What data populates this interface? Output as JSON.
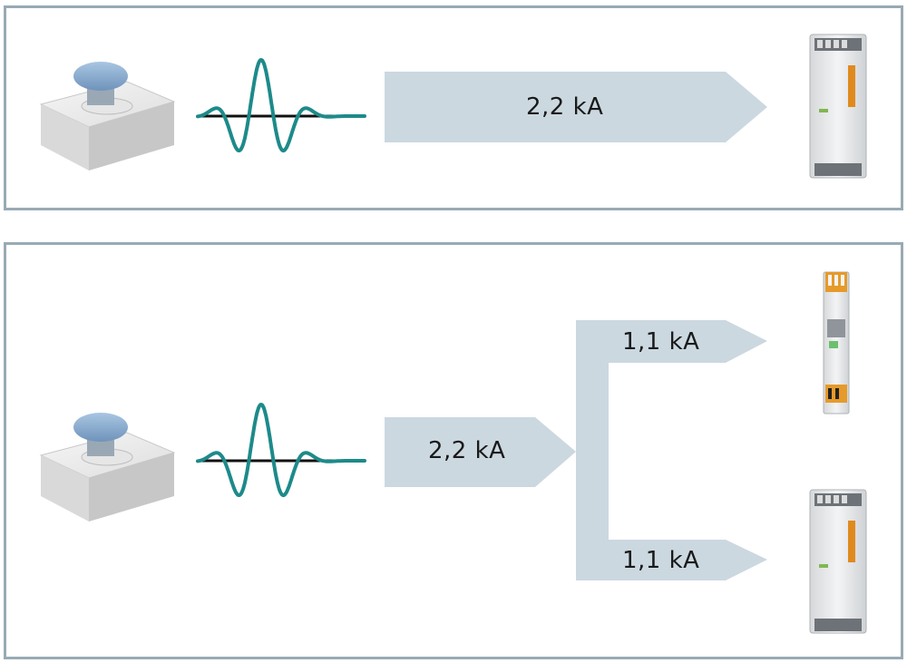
{
  "scenario_single": {
    "current_label": "2,2 kA",
    "wave_color": "#1d8a8a",
    "arrow_color": "#cbd8e0"
  },
  "scenario_split": {
    "input_label": "2,2 kA",
    "branch_upper_label": "1,1 kA",
    "branch_lower_label": "1,1 kA"
  },
  "icons": {
    "source": "lightning-surge-generator-icon",
    "wave": "surge-waveform-icon",
    "power_supply": "din-rail-power-supply-icon",
    "surge_protector": "surge-protection-device-icon"
  }
}
